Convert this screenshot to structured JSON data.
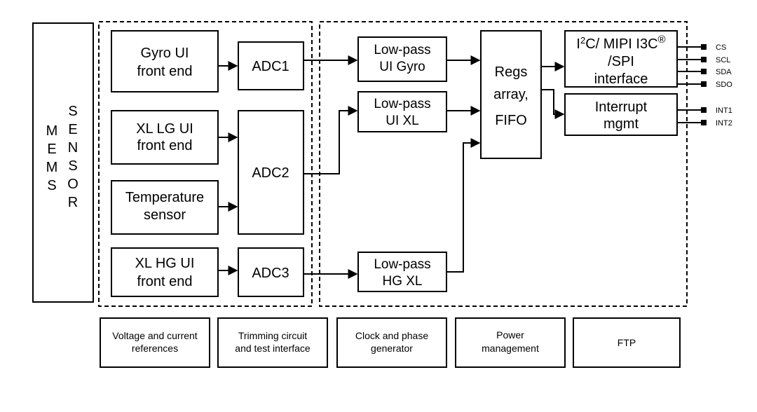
{
  "mems": {
    "col1": [
      "M",
      "E",
      "M",
      "S"
    ],
    "col2": [
      "S",
      "E",
      "N",
      "S",
      "O",
      "R"
    ]
  },
  "front_ends": {
    "gyro": [
      "Gyro UI",
      "front end"
    ],
    "xl_lg": [
      "XL LG UI",
      "front end"
    ],
    "temp": [
      "Temperature",
      "sensor"
    ],
    "xl_hg": [
      "XL HG UI",
      "front end"
    ]
  },
  "adcs": {
    "adc1": "ADC1",
    "adc2": "ADC2",
    "adc3": "ADC3"
  },
  "filters": {
    "gyro": [
      "Low-pass",
      "UI Gyro"
    ],
    "xl": [
      "Low-pass",
      "UI XL"
    ],
    "hg": [
      "Low-pass",
      "HG XL"
    ]
  },
  "regs": [
    "Regs",
    "array,",
    "FIFO"
  ],
  "interface": {
    "line1_prefix": "I",
    "line1_sup": "2",
    "line1_rest": "C/ MIPI I3C",
    "line1_reg": "®",
    "line2": "/SPI",
    "line3": "interface"
  },
  "interrupt": [
    "Interrupt",
    "mgmt"
  ],
  "pins": {
    "cs": "CS",
    "scl": "SCL",
    "sda": "SDA",
    "sdo": "SDO",
    "int1": "INT1",
    "int2": "INT2"
  },
  "bottom_blocks": {
    "voltage": [
      "Voltage and current",
      "references"
    ],
    "trimming": [
      "Trimming circuit",
      "and test interface"
    ],
    "clock": [
      "Clock and phase",
      "generator"
    ],
    "power": [
      "Power",
      "management"
    ],
    "ftp": [
      "FTP"
    ]
  }
}
